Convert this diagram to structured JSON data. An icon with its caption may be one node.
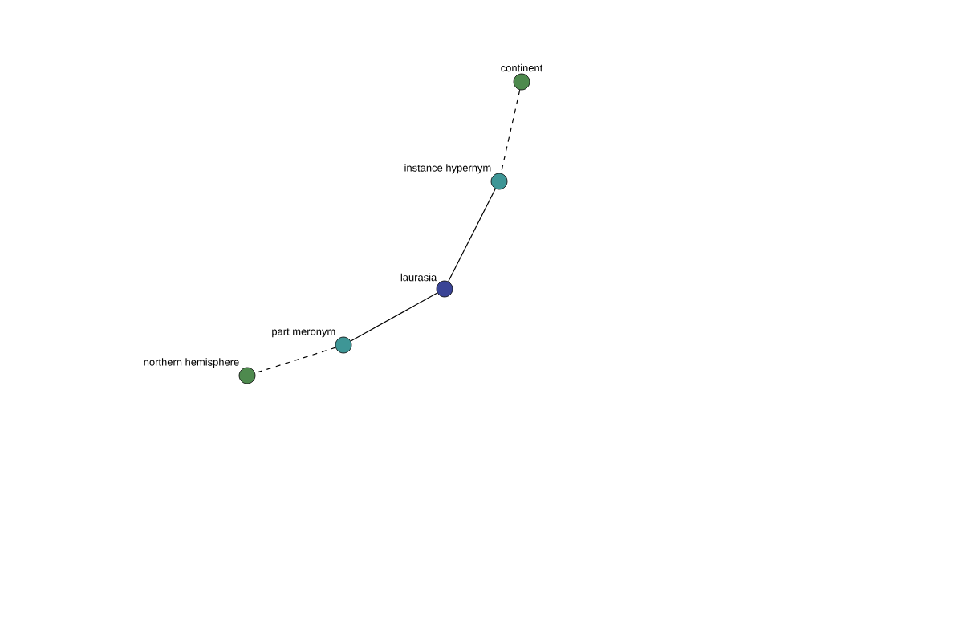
{
  "diagram": {
    "nodes": [
      {
        "text": [
          "continent"
        ]
      },
      {
        "text": [
          "instance hypernym"
        ]
      },
      {
        "text": [
          "laurasia"
        ]
      },
      {
        "text": [
          "part meronym"
        ]
      },
      {
        "text": [
          "northern hemisphere"
        ]
      }
    ],
    "edges": [
      {
        "from": 0,
        "to": 1,
        "arrow": "none",
        "style": "dashed"
      },
      {
        "from": 1,
        "to": 2,
        "arrow": "none"
      },
      {
        "from": 2,
        "to": 3,
        "arrow": "none"
      },
      {
        "from": 3,
        "to": 4,
        "arrow": "none",
        "style": "dashed"
      }
    ]
  }
}
